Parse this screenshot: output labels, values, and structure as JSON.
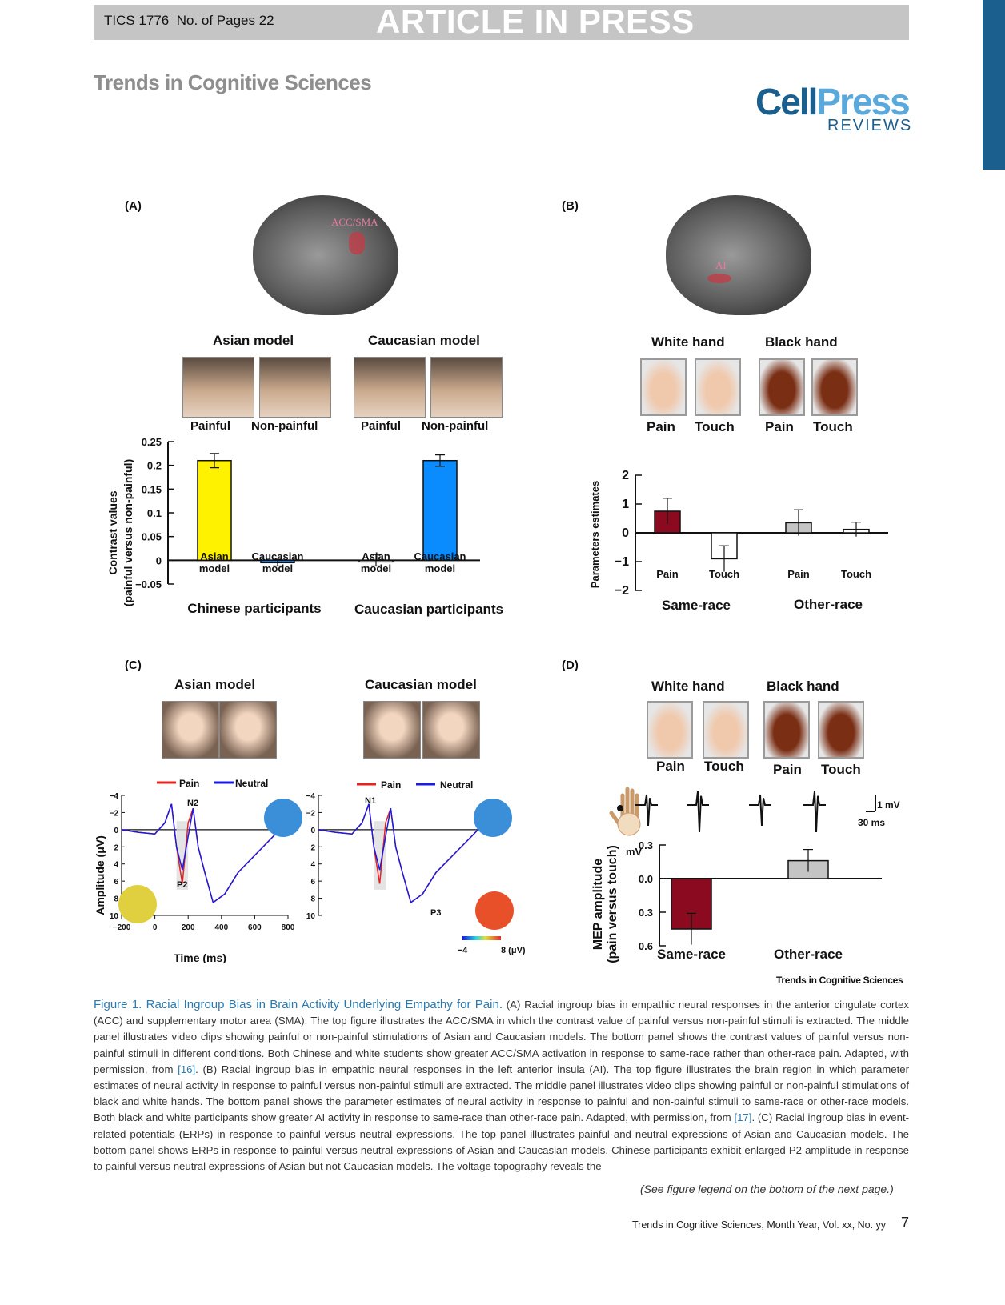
{
  "header": {
    "ref": "TICS 1776",
    "pages": "No. of Pages 22",
    "banner": "ARTICLE IN PRESS"
  },
  "journal": "Trends in Cognitive Sciences",
  "logo": {
    "cell": "Cell",
    "press": "Press",
    "sub": "REVIEWS"
  },
  "panels": {
    "A": {
      "letter": "(A)",
      "region": "ACC/SMA",
      "model1": "Asian model",
      "model2": "Caucasian model",
      "stim": [
        "Painful",
        "Non-painful",
        "Painful",
        "Non-painful"
      ],
      "groups": [
        "Chinese participants",
        "Caucasian participants"
      ],
      "ylabel1": "Contrast values",
      "ylabel2": "(painful versus non-painful)"
    },
    "B": {
      "letter": "(B)",
      "region": "AI",
      "hand1": "White hand",
      "hand2": "Black hand",
      "stim": [
        "Pain",
        "Touch",
        "Pain",
        "Touch"
      ],
      "groups": [
        "Same-race",
        "Other-race"
      ],
      "ylabel": "Parameters estimates"
    },
    "C": {
      "letter": "(C)",
      "model1": "Asian model",
      "model2": "Caucasian model",
      "legend": [
        "Pain",
        "Neutral"
      ],
      "ylabel": "Amplitude (μV)",
      "xlabel": "Time (ms)",
      "peaks": [
        "N2",
        "P2",
        "N1",
        "P3"
      ],
      "scale_min": "−4",
      "scale_max": "8 (μV)"
    },
    "D": {
      "letter": "(D)",
      "hand1": "White hand",
      "hand2": "Black hand",
      "stim": [
        "Pain",
        "Touch",
        "Pain",
        "Touch"
      ],
      "groups": [
        "Same-race",
        "Other-race"
      ],
      "ylabel1": "MEP amplitude",
      "ylabel2": "(pain versus touch)",
      "unit": "mV",
      "scale_mv": "1 mV",
      "scale_ms": "30 ms"
    }
  },
  "chart_data": [
    {
      "type": "bar",
      "panel": "A",
      "categories": [
        "Asian model",
        "Caucasian model",
        "Asian model",
        "Caucasian model"
      ],
      "values": [
        0.21,
        -0.005,
        0.0,
        0.21
      ],
      "errors": [
        0.015,
        0.007,
        0.012,
        0.012
      ],
      "colors": [
        "#fff200",
        "#1a7de6",
        "#ffffff",
        "#0a8cff"
      ],
      "yticks": [
        "0.25",
        "0.2",
        "0.15",
        "0.1",
        "0.05",
        "0",
        "−0.05"
      ],
      "ylim": [
        -0.05,
        0.25
      ]
    },
    {
      "type": "bar",
      "panel": "B",
      "categories": [
        "Pain",
        "Touch",
        "Pain",
        "Touch"
      ],
      "values": [
        0.75,
        -0.9,
        0.35,
        0.12
      ],
      "errors": [
        0.45,
        0.45,
        0.45,
        0.25
      ],
      "colors": [
        "#8b0a1f",
        "#ffffff",
        "#c4c4c4",
        "#ffffff"
      ],
      "yticks": [
        "2",
        "1",
        "0",
        "−1",
        "−2"
      ],
      "ylim": [
        -2,
        2
      ]
    },
    {
      "type": "line",
      "panel": "C",
      "xticks": [
        "−200",
        "0",
        "200",
        "400",
        "600",
        "800"
      ],
      "xlim": [
        -200,
        800
      ],
      "yticks": [
        "−4",
        "−2",
        "0",
        "2",
        "4",
        "6",
        "8",
        "10"
      ],
      "ylim": [
        -4,
        10
      ],
      "series_names": [
        "Pain",
        "Neutral"
      ]
    },
    {
      "type": "bar",
      "panel": "D",
      "categories": [
        "Same-race",
        "Other-race"
      ],
      "values": [
        -0.45,
        0.16
      ],
      "errors": [
        0.14,
        0.1
      ],
      "colors": [
        "#8b0a1f",
        "#c4c4c4"
      ],
      "yticks": [
        "0.3",
        "0.0",
        "0.3",
        "0.6"
      ],
      "ylim": [
        -0.6,
        0.3
      ]
    }
  ],
  "figure_credit": "Trends in Cognitive Sciences",
  "caption": {
    "fig": "Figure 1. Racial Ingroup Bias in Brain Activity Underlying Empathy for Pain.",
    "a": " (A) Racial ingroup bias in empathic neural responses in the anterior cingulate cortex (ACC) and supplementary motor area (SMA). The top figure illustrates the ACC/SMA in which the contrast value of painful versus non-painful stimuli is extracted. The middle panel illustrates video clips showing painful or non-painful stimulations of Asian and Caucasian models. The bottom panel shows the contrast values of painful versus non-painful stimuli in different conditions. Both Chinese and white students show greater ACC/SMA activation in response to same-race rather than other-race pain. Adapted, with permission, from ",
    "ref1": "[16]",
    "b": ". (B) Racial ingroup bias in empathic neural responses in the left anterior insula (AI). The top figure illustrates the brain region in which parameter estimates of neural activity in response to painful versus non-painful stimuli are extracted. The middle panel illustrates video clips showing painful or non-painful stimulations of black and white hands. The bottom panel shows the parameter estimates of neural activity in response to painful and non-painful stimuli to same-race or other-race models. Both black and white participants show greater AI activity in response to same-race than other-race pain. Adapted, with permission, from ",
    "ref2": "[17]",
    "c": ". (C) Racial ingroup bias in event-related potentials (ERPs) in response to painful versus neutral expressions. The top panel illustrates painful and neutral expressions of Asian and Caucasian models. The bottom panel shows ERPs in response to painful versus neutral expressions of Asian and Caucasian models. Chinese participants exhibit enlarged P2 amplitude in response to painful versus neutral expressions of Asian but not Caucasian models. The voltage topography reveals the"
  },
  "see_legend": "(See figure legend on the bottom of the next page.)",
  "footer": "Trends in Cognitive Sciences, Month Year, Vol. xx, No. yy",
  "page_number": "7"
}
